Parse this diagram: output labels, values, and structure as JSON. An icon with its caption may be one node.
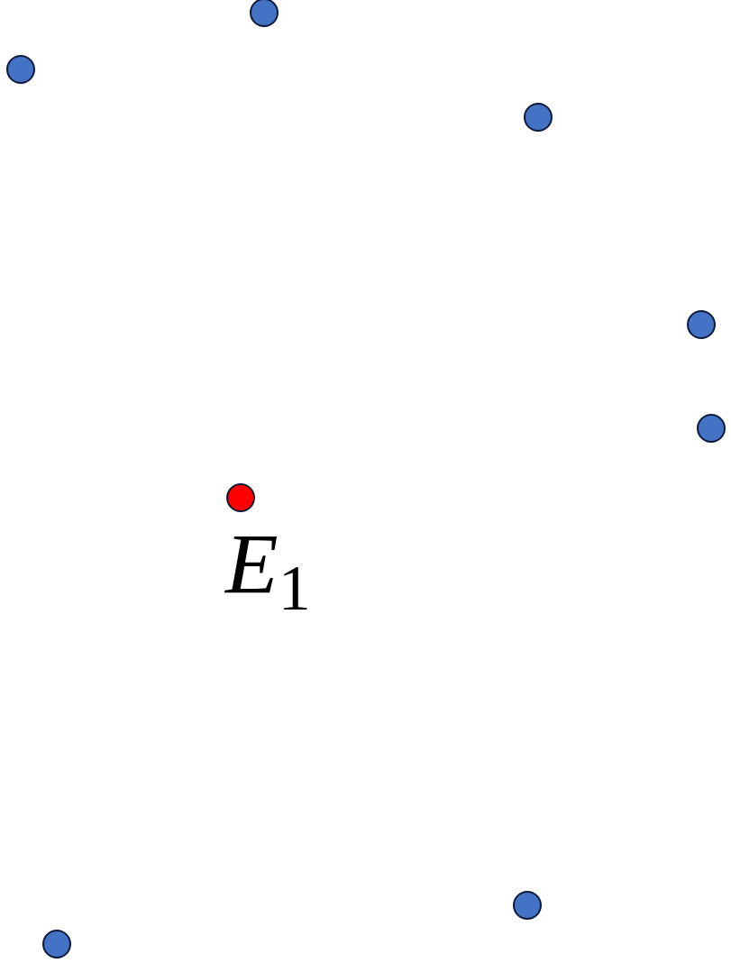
{
  "diagram": {
    "nodes": [
      {
        "text": [],
        "shape": "circle"
      },
      {
        "text": [],
        "shape": "circle"
      },
      {
        "text": [],
        "shape": "circle"
      },
      {
        "text": [],
        "shape": "circle"
      },
      {
        "text": [],
        "shape": "circle"
      },
      {
        "text": [],
        "shape": "circle",
        "beside": [
          "*E*$_{1}$"
        ]
      },
      {
        "text": [],
        "shape": "circle"
      },
      {
        "text": [],
        "shape": "circle"
      }
    ]
  }
}
